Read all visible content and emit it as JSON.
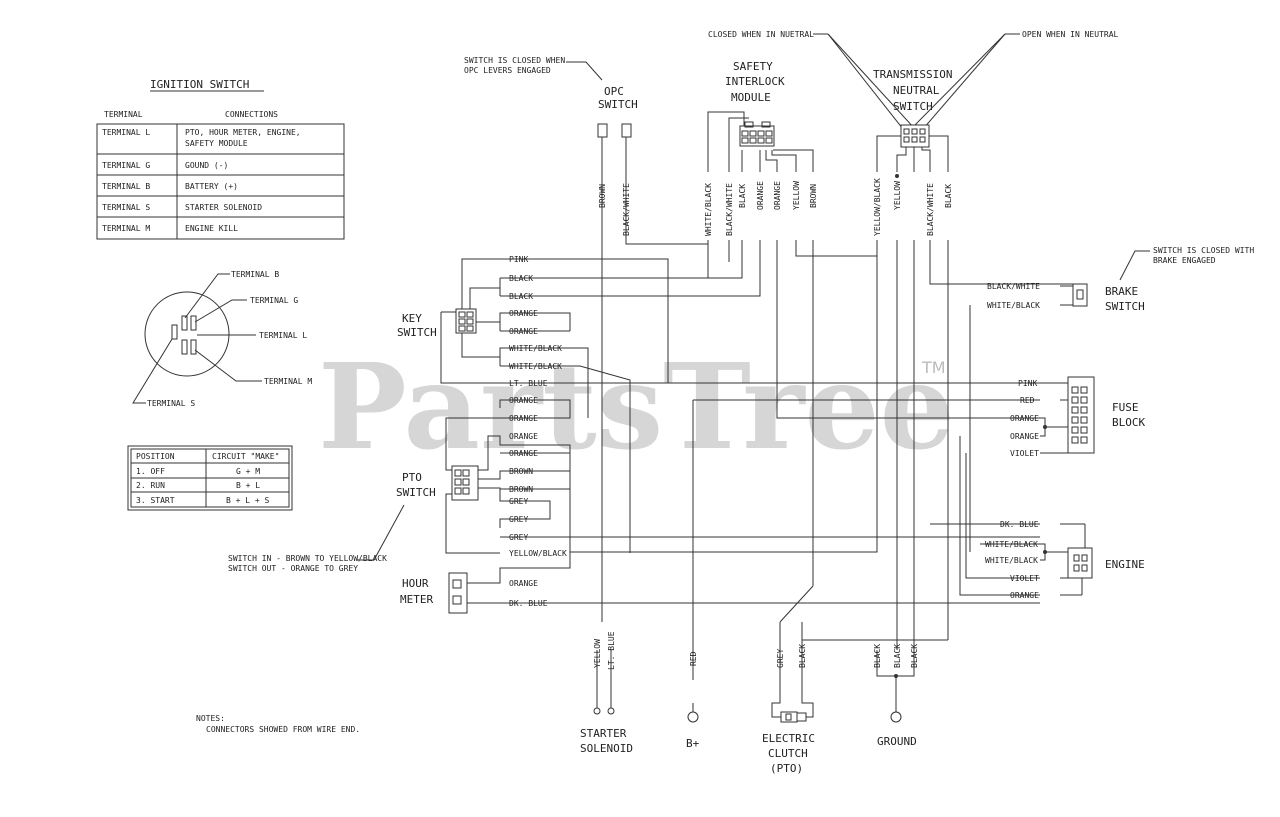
{
  "ignition_switch": {
    "title": "IGNITION SWITCH",
    "col_terminal": "TERMINAL",
    "col_connections": "CONNECTIONS",
    "rows": [
      {
        "terminal": "TERMINAL  L",
        "connection": "PTO, HOUR METER, ENGINE,",
        "connection2": "SAFETY MODULE"
      },
      {
        "terminal": "TERMINAL  G",
        "connection": "GOUND (-)"
      },
      {
        "terminal": "TERMINAL  B",
        "connection": "BATTERY (+)"
      },
      {
        "terminal": "TERMINAL  S",
        "connection": "STARTER SOLENOID"
      },
      {
        "terminal": "TERMINAL  M",
        "connection": "ENGINE KILL"
      }
    ],
    "terminal_labels": {
      "b": "TERMINAL B",
      "g": "TERMINAL G",
      "l": "TERMINAL L",
      "m": "TERMINAL M",
      "s": "TERMINAL S"
    }
  },
  "position_table": {
    "col_position": "POSITION",
    "col_circuit": "CIRCUIT \"MAKE\"",
    "rows": [
      {
        "position": "1. OFF",
        "circuit": "G + M"
      },
      {
        "position": "2. RUN",
        "circuit": "B + L"
      },
      {
        "position": "3. START",
        "circuit": "B + L + S"
      }
    ]
  },
  "notes": {
    "title": "NOTES:",
    "text": "CONNECTORS SHOWED FROM WIRE END."
  },
  "watermark": {
    "text": "PartsTree",
    "tm": "TM"
  },
  "components": {
    "opc_line1": "OPC",
    "opc_line2": "SWITCH",
    "opc_note1": "SWITCH IS CLOSED WHEN",
    "opc_note2": "OPC LEVERS ENGAGED",
    "sim_line1": "SAFETY",
    "sim_line2": "INTERLOCK",
    "sim_line3": "MODULE",
    "tns_line1": "TRANSMISSION",
    "tns_line2": "NEUTRAL",
    "tns_line3": "SWITCH",
    "closed_note": "CLOSED WHEN IN NUETRAL",
    "open_note": "OPEN WHEN IN NEUTRAL",
    "brake_line1": "BRAKE",
    "brake_line2": "SWITCH",
    "brake_note1": "SWITCH IS CLOSED WITH",
    "brake_note2": "BRAKE ENGAGED",
    "key_line1": "KEY",
    "key_line2": "SWITCH",
    "pto_line1": "PTO",
    "pto_line2": "SWITCH",
    "pto_note1": "SWITCH IN - BROWN TO YELLOW/BLACK",
    "pto_note2": "SWITCH OUT - ORANGE TO GREY",
    "hour_line1": "HOUR",
    "hour_line2": "METER",
    "fuse_line1": "FUSE",
    "fuse_line2": "BLOCK",
    "engine": "ENGINE",
    "starter_line1": "STARTER",
    "starter_line2": "SOLENOID",
    "bplus": "B+",
    "clutch_line1": "ELECTRIC",
    "clutch_line2": "CLUTCH",
    "clutch_line3": "(PTO)",
    "ground": "GROUND"
  },
  "wire_labels": {
    "top": [
      "BROWN",
      "BLACK/WHITE",
      "WHITE/BLACK",
      "BLACK/WHITE",
      "BLACK",
      "ORANGE",
      "ORANGE",
      "YELLOW",
      "BROWN",
      "YELLOW/BLACK",
      "YELLOW",
      "BLACK/WHITE",
      "BLACK"
    ],
    "key_switch": [
      "PINK",
      "BLACK",
      "BLACK",
      "ORANGE",
      "ORANGE",
      "WHITE/BLACK",
      "WHITE/BLACK",
      "LT. BLUE"
    ],
    "pto_switch": [
      "ORANGE",
      "ORANGE",
      "ORANGE",
      "ORANGE",
      "BROWN",
      "BROWN",
      "GREY",
      "GREY",
      "GREY",
      "YELLOW/BLACK"
    ],
    "hour_meter": [
      "ORANGE",
      "DK. BLUE"
    ],
    "brake": [
      "BLACK/WHITE",
      "WHITE/BLACK"
    ],
    "fuse": [
      "PINK",
      "RED",
      "ORANGE",
      "ORANGE",
      "VIOLET"
    ],
    "engine": [
      "DK. BLUE",
      "WHITE/BLACK",
      "WHITE/BLACK",
      "VIOLET",
      "ORANGE"
    ],
    "bottom": [
      "YELLOW",
      "LT. BLUE",
      "RED",
      "GREY",
      "BLACK",
      "BLACK",
      "BLACK",
      "BLACK"
    ]
  }
}
